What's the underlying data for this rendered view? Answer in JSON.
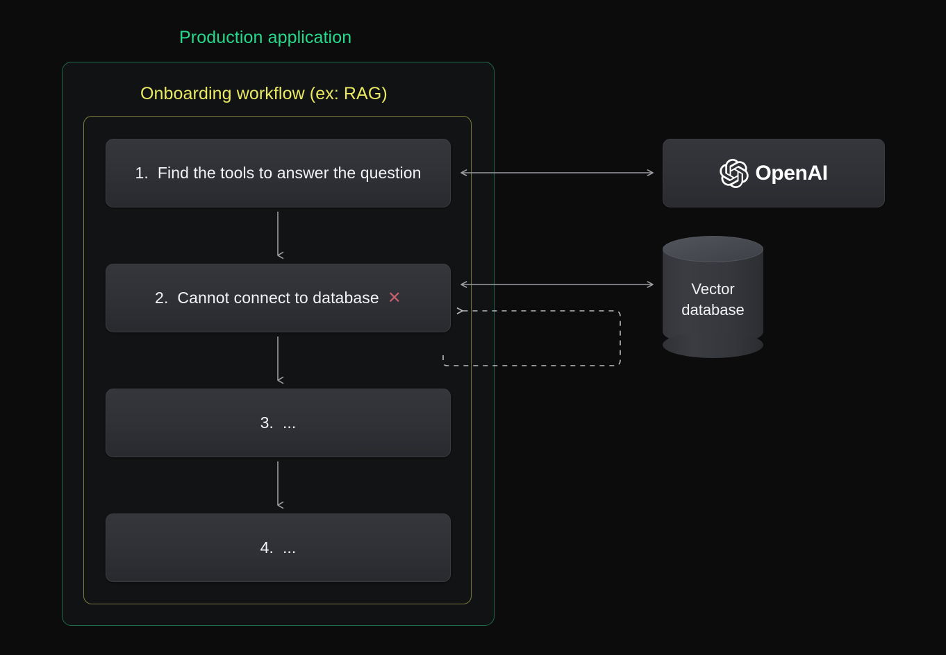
{
  "diagram": {
    "background_color": "#0c0c0d",
    "outer_container": {
      "title": "Production application",
      "title_color": "#27d98b",
      "border_color": "#1d6b4c"
    },
    "inner_container": {
      "title": "Onboarding workflow (ex: RAG)",
      "title_color": "#e8e862",
      "border_color": "#7c7b3d"
    },
    "steps": [
      {
        "id": "step-1",
        "label": "1.  Find the tools to answer the question",
        "status": "ok",
        "mark": ""
      },
      {
        "id": "step-2",
        "label": "2.  Cannot connect to database",
        "status": "fail",
        "mark": "✕"
      },
      {
        "id": "step-3",
        "label": "3.  ...",
        "status": "ok",
        "mark": ""
      },
      {
        "id": "step-4",
        "label": "4.  ...",
        "status": "ok",
        "mark": ""
      }
    ],
    "fail_mark_color": "#c25f6c",
    "services": {
      "openai": {
        "name": "OpenAI",
        "icon": "openai-blossom-icon"
      },
      "vector_database": {
        "line1": "Vector",
        "line2": "database",
        "shape": "cylinder-icon"
      }
    },
    "connectors": [
      {
        "name": "step1-openai-link",
        "style": "solid",
        "direction": "bidirectional",
        "color": "#9b9da1"
      },
      {
        "name": "step2-vectordb-link",
        "style": "solid",
        "direction": "bidirectional",
        "color": "#9b9da1"
      },
      {
        "name": "vectordb-retry-loop",
        "style": "dashed",
        "direction": "left",
        "color": "#b9bbbf"
      },
      {
        "name": "step1-to-step2-flow",
        "style": "solid",
        "direction": "down",
        "color": "#9b9da1"
      },
      {
        "name": "step2-to-step3-flow",
        "style": "solid",
        "direction": "down",
        "color": "#9b9da1"
      },
      {
        "name": "step3-to-step4-flow",
        "style": "solid",
        "direction": "down",
        "color": "#9b9da1"
      }
    ]
  }
}
